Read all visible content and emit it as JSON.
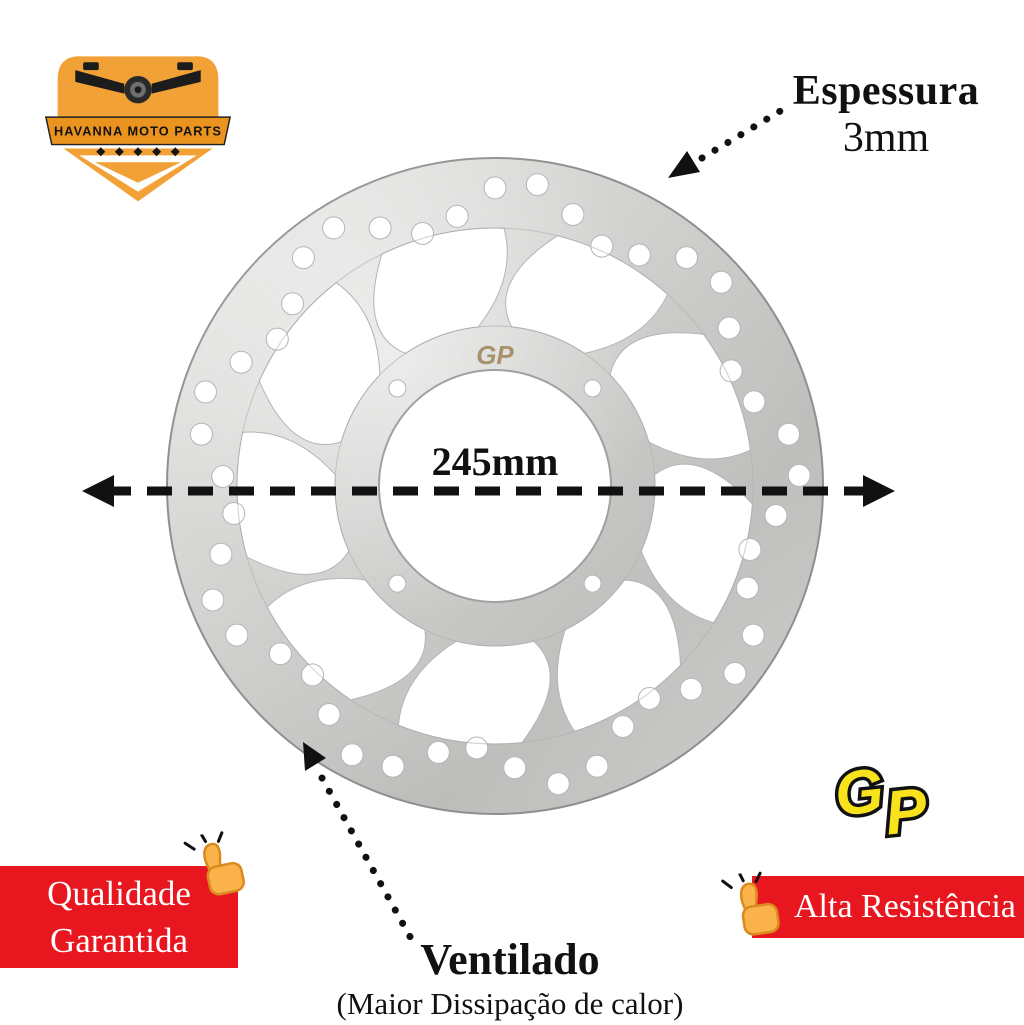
{
  "badge": {
    "brand": "HAVANNA MOTO PARTS"
  },
  "annotations": {
    "thickness_label": "Espessura",
    "thickness_value": "3mm",
    "diameter_value": "245mm",
    "vent_label": "Ventilado",
    "vent_sub": "(Maior Dissipação de calor)"
  },
  "disc": {
    "stamp": "GP"
  },
  "gp_logo": {
    "letter_g": "G",
    "letter_p": "P"
  },
  "banners": {
    "left_line1": "Qualidade",
    "left_line2": "Garantida",
    "right": "Alta Resistência"
  },
  "colors": {
    "banner_red": "#e8161f",
    "badge_orange": "#f2a137",
    "gp_yellow": "#f7e21b",
    "metal_light": "#e9e9e7",
    "metal_dark": "#bcbcba"
  }
}
